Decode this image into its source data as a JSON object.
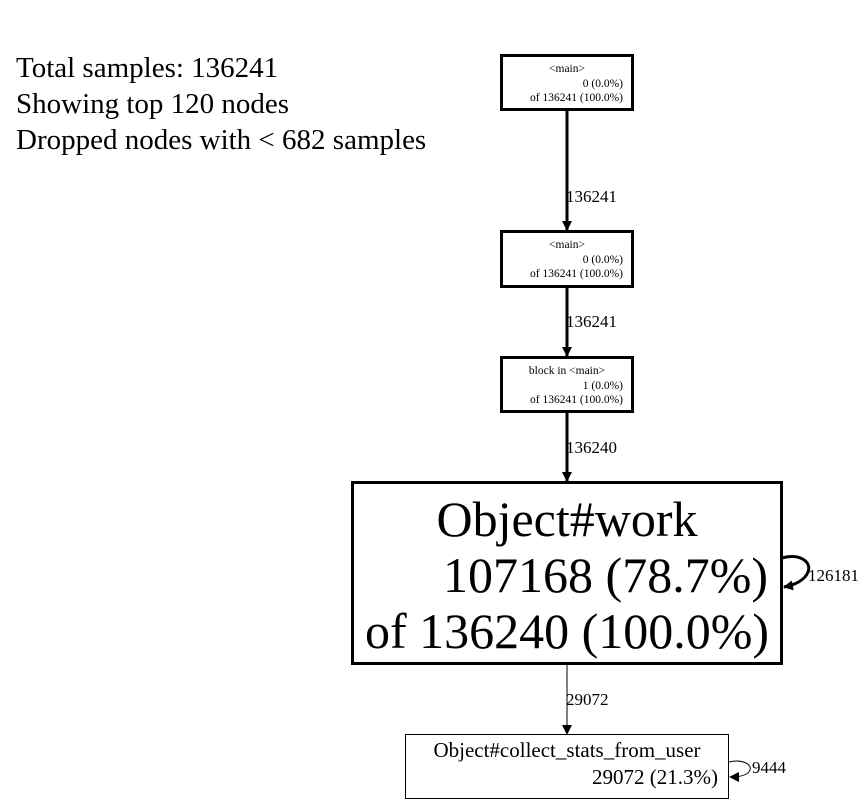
{
  "legend": {
    "line1": "Total samples: 136241",
    "line2": "Showing top 120 nodes",
    "line3": "Dropped nodes with < 682 samples"
  },
  "nodes": [
    {
      "title": "<main>",
      "self": "0 (0.0%)",
      "cum": "of 136241 (100.0%)"
    },
    {
      "title": "<main>",
      "self": "0 (0.0%)",
      "cum": "of 136241 (100.0%)"
    },
    {
      "title": "block in <main>",
      "self": "1 (0.0%)",
      "cum": "of 136241 (100.0%)"
    },
    {
      "title": "Object#work",
      "self": "107168 (78.7%)",
      "cum": "of 136240 (100.0%)"
    },
    {
      "title": "Object#collect_stats_from_user",
      "self": "29072 (21.3%)"
    }
  ],
  "edges": [
    {
      "label": "136241"
    },
    {
      "label": "136241"
    },
    {
      "label": "136240"
    },
    {
      "label": "29072"
    },
    {
      "label": "126181"
    },
    {
      "label": "9444"
    }
  ]
}
